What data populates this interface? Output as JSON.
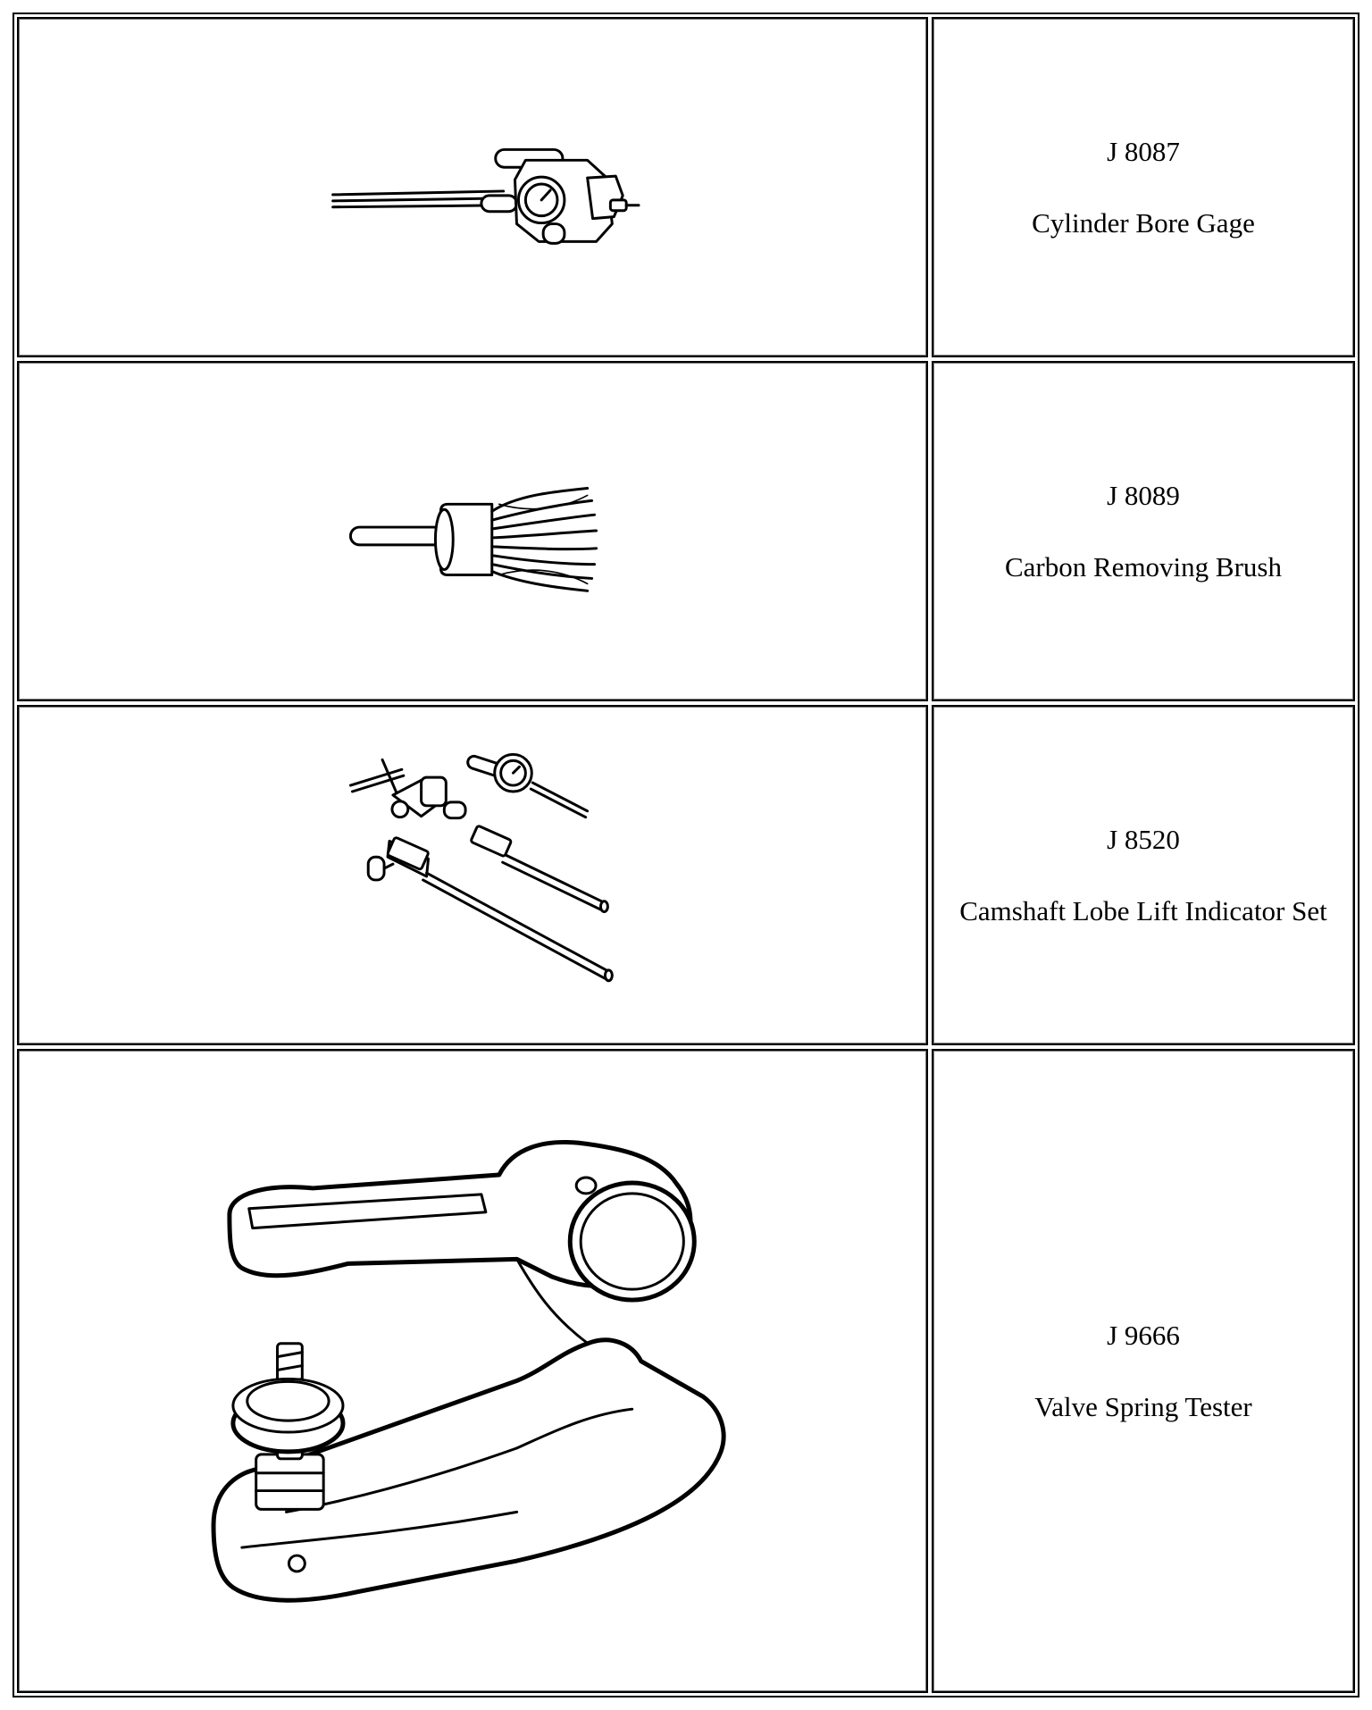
{
  "tools": [
    {
      "number": "J 8087",
      "name": "Cylinder Bore Gage",
      "illustration_icon": "cylinder-bore-gage-icon"
    },
    {
      "number": "J 8089",
      "name": "Carbon Removing Brush",
      "illustration_icon": "carbon-removing-brush-icon"
    },
    {
      "number": "J 8520",
      "name": "Camshaft Lobe Lift Indicator Set",
      "illustration_icon": "camshaft-lobe-lift-indicator-set-icon"
    },
    {
      "number": "J 9666",
      "name": "Valve Spring Tester",
      "illustration_icon": "valve-spring-tester-icon"
    }
  ]
}
